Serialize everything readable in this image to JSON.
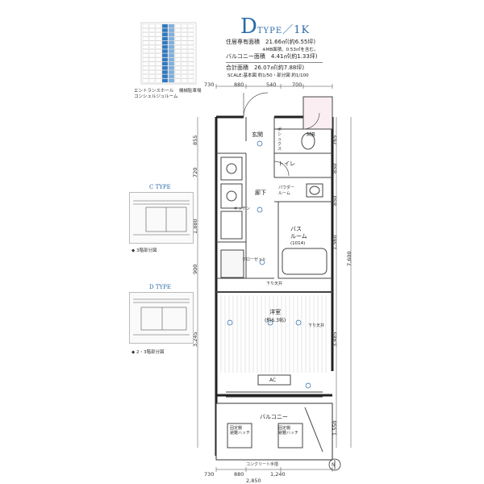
{
  "type_letter": "D",
  "type_word": "TYPE",
  "layout": "／1K",
  "spec": {
    "area_label": "住居専有面積",
    "area_value": "21.66㎡(約6.55坪)",
    "mb_note": "※MB面積、0.53㎡を含む。",
    "balcony_label": "バルコニー面積",
    "balcony_value": "4.41㎡(約1.33坪)",
    "total_label": "合計面積",
    "total_value": "26.07㎡(約7.88坪)",
    "scale": "SCALE:基本図 約1/50・部分図 約1/100"
  },
  "key_legend": {
    "entrance": "エントランスホール",
    "concierge": "コンシェルジュルーム",
    "machine": "機械駐車場"
  },
  "top_dims": [
    "730",
    "880",
    "540",
    "700"
  ],
  "bottom_dims": [
    "730",
    "880",
    "1,240"
  ],
  "total_width": "2,850",
  "left_dims": [
    "855",
    "720",
    "1,880",
    "900",
    "3,245"
  ],
  "right_dims": [
    "765",
    "850",
    "850",
    "1,560",
    "3,485",
    "1,550"
  ],
  "right_total": "7,600",
  "rooms": {
    "genkan": "玄関",
    "mb": "MB",
    "posh_1": "ポ",
    "posh_2": "シ",
    "posh_3": "ュ",
    "posh_4": "ク",
    "posh_5": "ス",
    "toilet": "トイレ",
    "powder": "パウダー",
    "powder_2": "ルーム",
    "bath": "バス",
    "bath_2": "ルーム",
    "bath_size": "(1014)",
    "hall": "廊下",
    "kitchen": "キッチン",
    "closet": "クローゼット",
    "shita_1": "下り天井",
    "yoshitsu": "洋室",
    "yoshitsu_size": "(約6.3帖)",
    "ac": "AC",
    "balcony": "バルコニー",
    "concrete": "コンクリート手摺",
    "fixed_1": "固定棚",
    "fixed_2": "固定棚",
    "escape_1": "避難ハッチ",
    "escape_2": "避難ハッチ",
    "shita_side": "下り天井"
  },
  "insets": {
    "c_title": "C TYPE",
    "c_caption": "◆ 3階部分図",
    "d_title": "D TYPE",
    "d_caption": "◆ 2・3階部分図"
  },
  "compass": "N"
}
